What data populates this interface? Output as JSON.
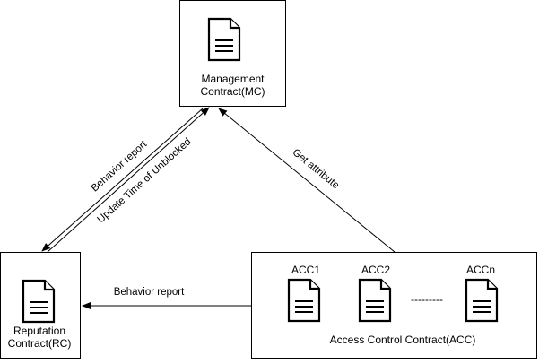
{
  "nodes": {
    "management": {
      "label_line1": "Management",
      "label_line2": "Contract(MC)"
    },
    "reputation": {
      "label_line1": "Reputation",
      "label_line2": "Contract(RC)"
    },
    "access_control": {
      "label": "Access Control Contract(ACC)",
      "items": [
        "ACC1",
        "ACC2",
        "ACCn"
      ],
      "ellipsis": "---------"
    }
  },
  "edges": {
    "rc_to_mc": "Behavior report",
    "mc_to_rc": "Update Time of Unblocked",
    "acc_to_mc": "Get attribute",
    "acc_to_rc": "Behavior report"
  },
  "colors": {
    "stroke": "#000000",
    "background": "#ffffff"
  },
  "icons": {
    "contract": "document-icon"
  }
}
